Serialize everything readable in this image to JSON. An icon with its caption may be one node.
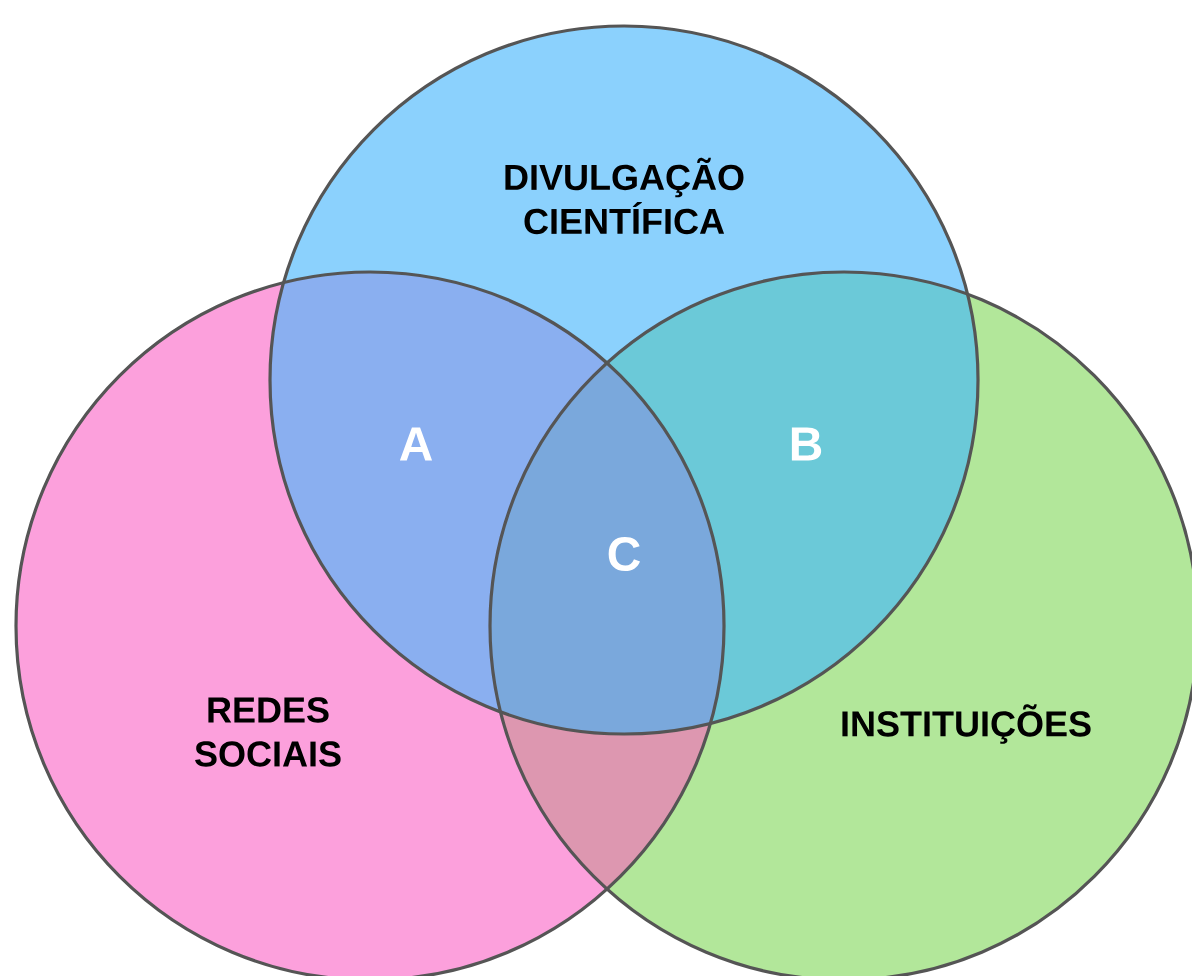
{
  "diagram": {
    "nodes": [
      {
        "text": [
          "DIVULGAÇÃO CIENTÍFICA"
        ]
      },
      {
        "text": [
          "REDES SOCIAIS"
        ]
      },
      {
        "text": [
          "INSTITUIÇÕES"
        ]
      }
    ],
    "labels": [
      "A",
      "B",
      "C"
    ]
  }
}
